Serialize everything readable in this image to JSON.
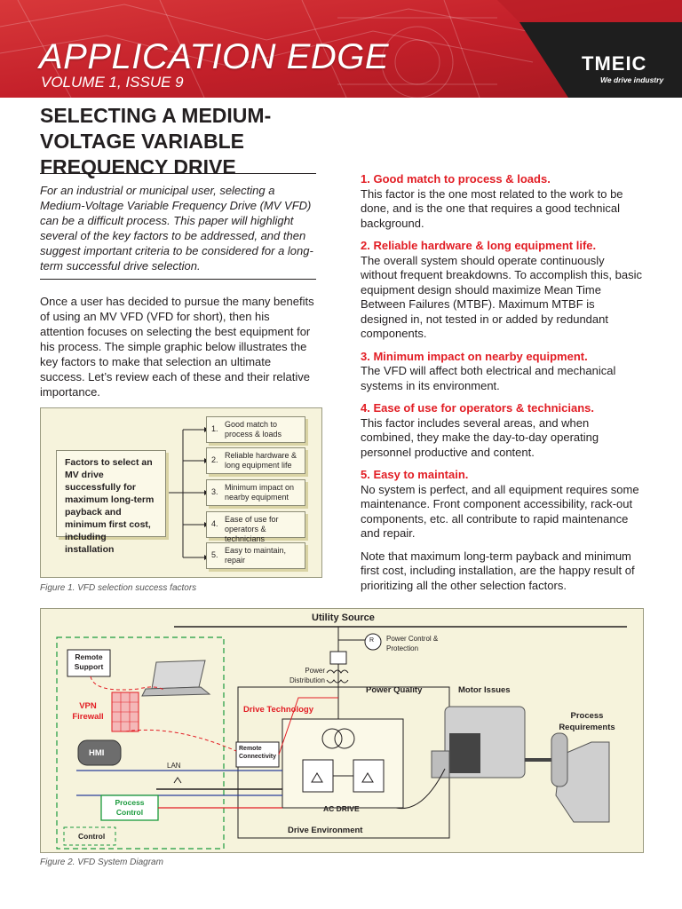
{
  "header": {
    "title": "APPLICATION EDGE",
    "volume": "VOLUME 1, ISSUE 9",
    "logo": "TMEIC",
    "tagline": "We drive industry"
  },
  "article": {
    "title": "SELECTING A MEDIUM-VOLTAGE VARIABLE FREQUENCY DRIVE",
    "intro": "For an industrial or municipal user, selecting a Medium-Voltage Variable Frequency Drive (MV VFD) can be a difficult process. This paper will highlight several of the key factors to be addressed, and then suggest important criteria to be considered for a long-term successful drive selection.",
    "body": "Once a user has decided to pursue the many benefits of using an MV VFD (VFD for short), then his attention focuses on selecting the best equipment for his process. The simple graphic below illustrates the key factors to make that selection an ultimate success. Let’s review each of these and their relative importance."
  },
  "factors": [
    {
      "heading": "1. Good match to process & loads.",
      "text": "This factor is the one most related to the work to be done, and is the one that requires a good technical background."
    },
    {
      "heading": "2. Reliable hardware & long equipment life.",
      "text": "The overall system should operate continuously without frequent breakdowns. To accomplish this, basic equipment design should maximize Mean Time Between Failures (MTBF). Maximum MTBF is designed in, not tested in or added by redundant components."
    },
    {
      "heading": "3. Minimum impact on nearby equipment.",
      "text": "The VFD will affect both electrical and mechanical systems in its environment."
    },
    {
      "heading": "4. Ease of use for operators & technicians.",
      "text": "This factor includes several areas, and when combined, they make the day-to-day operating personnel productive and content."
    },
    {
      "heading": "5. Easy to maintain.",
      "text": "No system is perfect, and all equipment requires some maintenance. Front component accessibility, rack-out components, etc. all contribute to rapid maintenance and repair."
    }
  ],
  "closing": "Note that maximum long-term payback and minimum first cost, including installation, are the happy result of prioritizing all the other selection factors.",
  "figure1": {
    "main_box": "Factors to select an MV drive successfully for maximum long-term payback and minimum first cost, including installation",
    "items": [
      {
        "num": "1.",
        "label": "Good match to process & loads"
      },
      {
        "num": "2.",
        "label": "Reliable hardware & long equipment life"
      },
      {
        "num": "3.",
        "label": "Minimum impact on nearby equipment"
      },
      {
        "num": "4.",
        "label": "Ease of use for operators & technicians"
      },
      {
        "num": "5.",
        "label": "Easy to maintain, repair"
      }
    ],
    "caption": "Figure 1. VFD selection success factors"
  },
  "figure2": {
    "utility_source": "Utility Source",
    "power_control": "Power Control & Protection",
    "relay": "R",
    "power_distribution": "Power Distribution",
    "power_quality": "Power Quality",
    "motor_issues": "Motor Issues",
    "process_requirements": "Process Requirements",
    "drive_technology": "Drive Technology",
    "remote_support": "Remote Support",
    "vpn_firewall": "VPN Firewall",
    "hmi": "HMI",
    "remote_connectivity": "Remote Connectivity",
    "lan": "LAN",
    "process_control": "Process Control",
    "ac_drive": "AC DRIVE",
    "drive_environment": "Drive Environment",
    "control": "Control",
    "caption": "Figure 2. VFD System Diagram"
  },
  "colors": {
    "accent": "#e21d24",
    "banner": "#c8202a",
    "figure_bg": "#f6f3dc",
    "green": "#1a9a3c"
  }
}
